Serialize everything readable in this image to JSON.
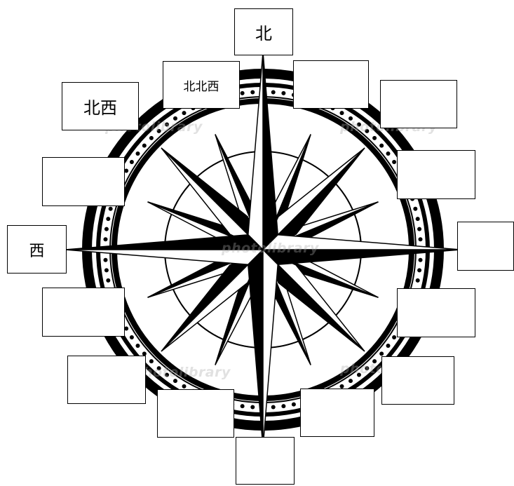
{
  "labels": {
    "north": "北",
    "north_north_west": "北北西",
    "north_west": "北西",
    "west": "西",
    "north_north_east": "",
    "north_east": "",
    "east_north_east": "",
    "east": "",
    "east_south_east": "",
    "south_east": "",
    "south_south_east": "",
    "south": "",
    "south_south_west": "",
    "south_west": "",
    "west_south_west": "",
    "west_north_west": ""
  },
  "watermark": "photolibrary"
}
